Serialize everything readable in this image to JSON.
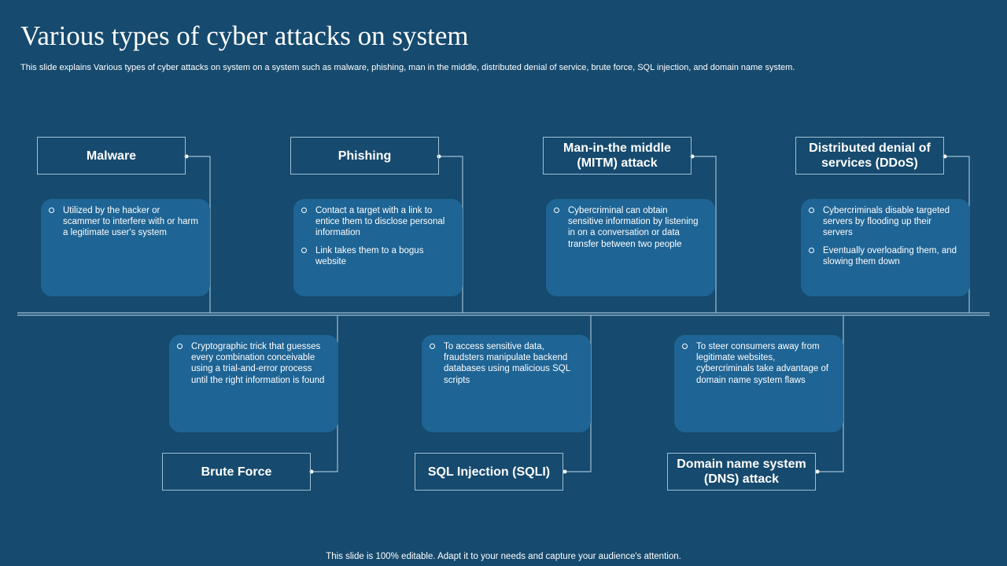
{
  "slide": {
    "title": "Various types of cyber attacks on system",
    "subtitle": "This slide explains Various types of cyber attacks on system on a system such as malware, phishing, man in the middle, distributed denial of service, brute force, SQL injection, and domain name system.",
    "footer": "This slide is 100% editable. Adapt it to your needs and capture your audience's attention."
  },
  "attacks_top": [
    {
      "label": "Malware",
      "points": [
        "Utilized by the hacker or scammer to interfere with or harm a legitimate user's system"
      ]
    },
    {
      "label": "Phishing",
      "points": [
        "Contact a target with a link to entice them to disclose personal information",
        "Link takes them to a bogus website"
      ]
    },
    {
      "label": "Man-in-the middle (MITM) attack",
      "points": [
        "Cybercriminal can obtain sensitive information by listening in on a conversation or data transfer between two people"
      ]
    },
    {
      "label": "Distributed denial of services (DDoS)",
      "points": [
        "Cybercriminals disable targeted servers by flooding up their servers",
        "Eventually overloading them, and slowing them down"
      ]
    }
  ],
  "attacks_bottom": [
    {
      "label": "Brute Force",
      "points": [
        "Cryptographic trick that guesses every combination conceivable using a trial-and-error process until the right information is found"
      ]
    },
    {
      "label": "SQL Injection (SQLI)",
      "points": [
        "To access sensitive data, fraudsters manipulate backend databases using malicious SQL scripts"
      ]
    },
    {
      "label": "Domain name system (DNS) attack",
      "points": [
        "To steer consumers away from legitimate websites, cybercriminals take advantage of domain name system flaws"
      ]
    }
  ],
  "colors": {
    "background": "#164a6e",
    "card": "#1e6494",
    "line": "#9fbfd6"
  }
}
